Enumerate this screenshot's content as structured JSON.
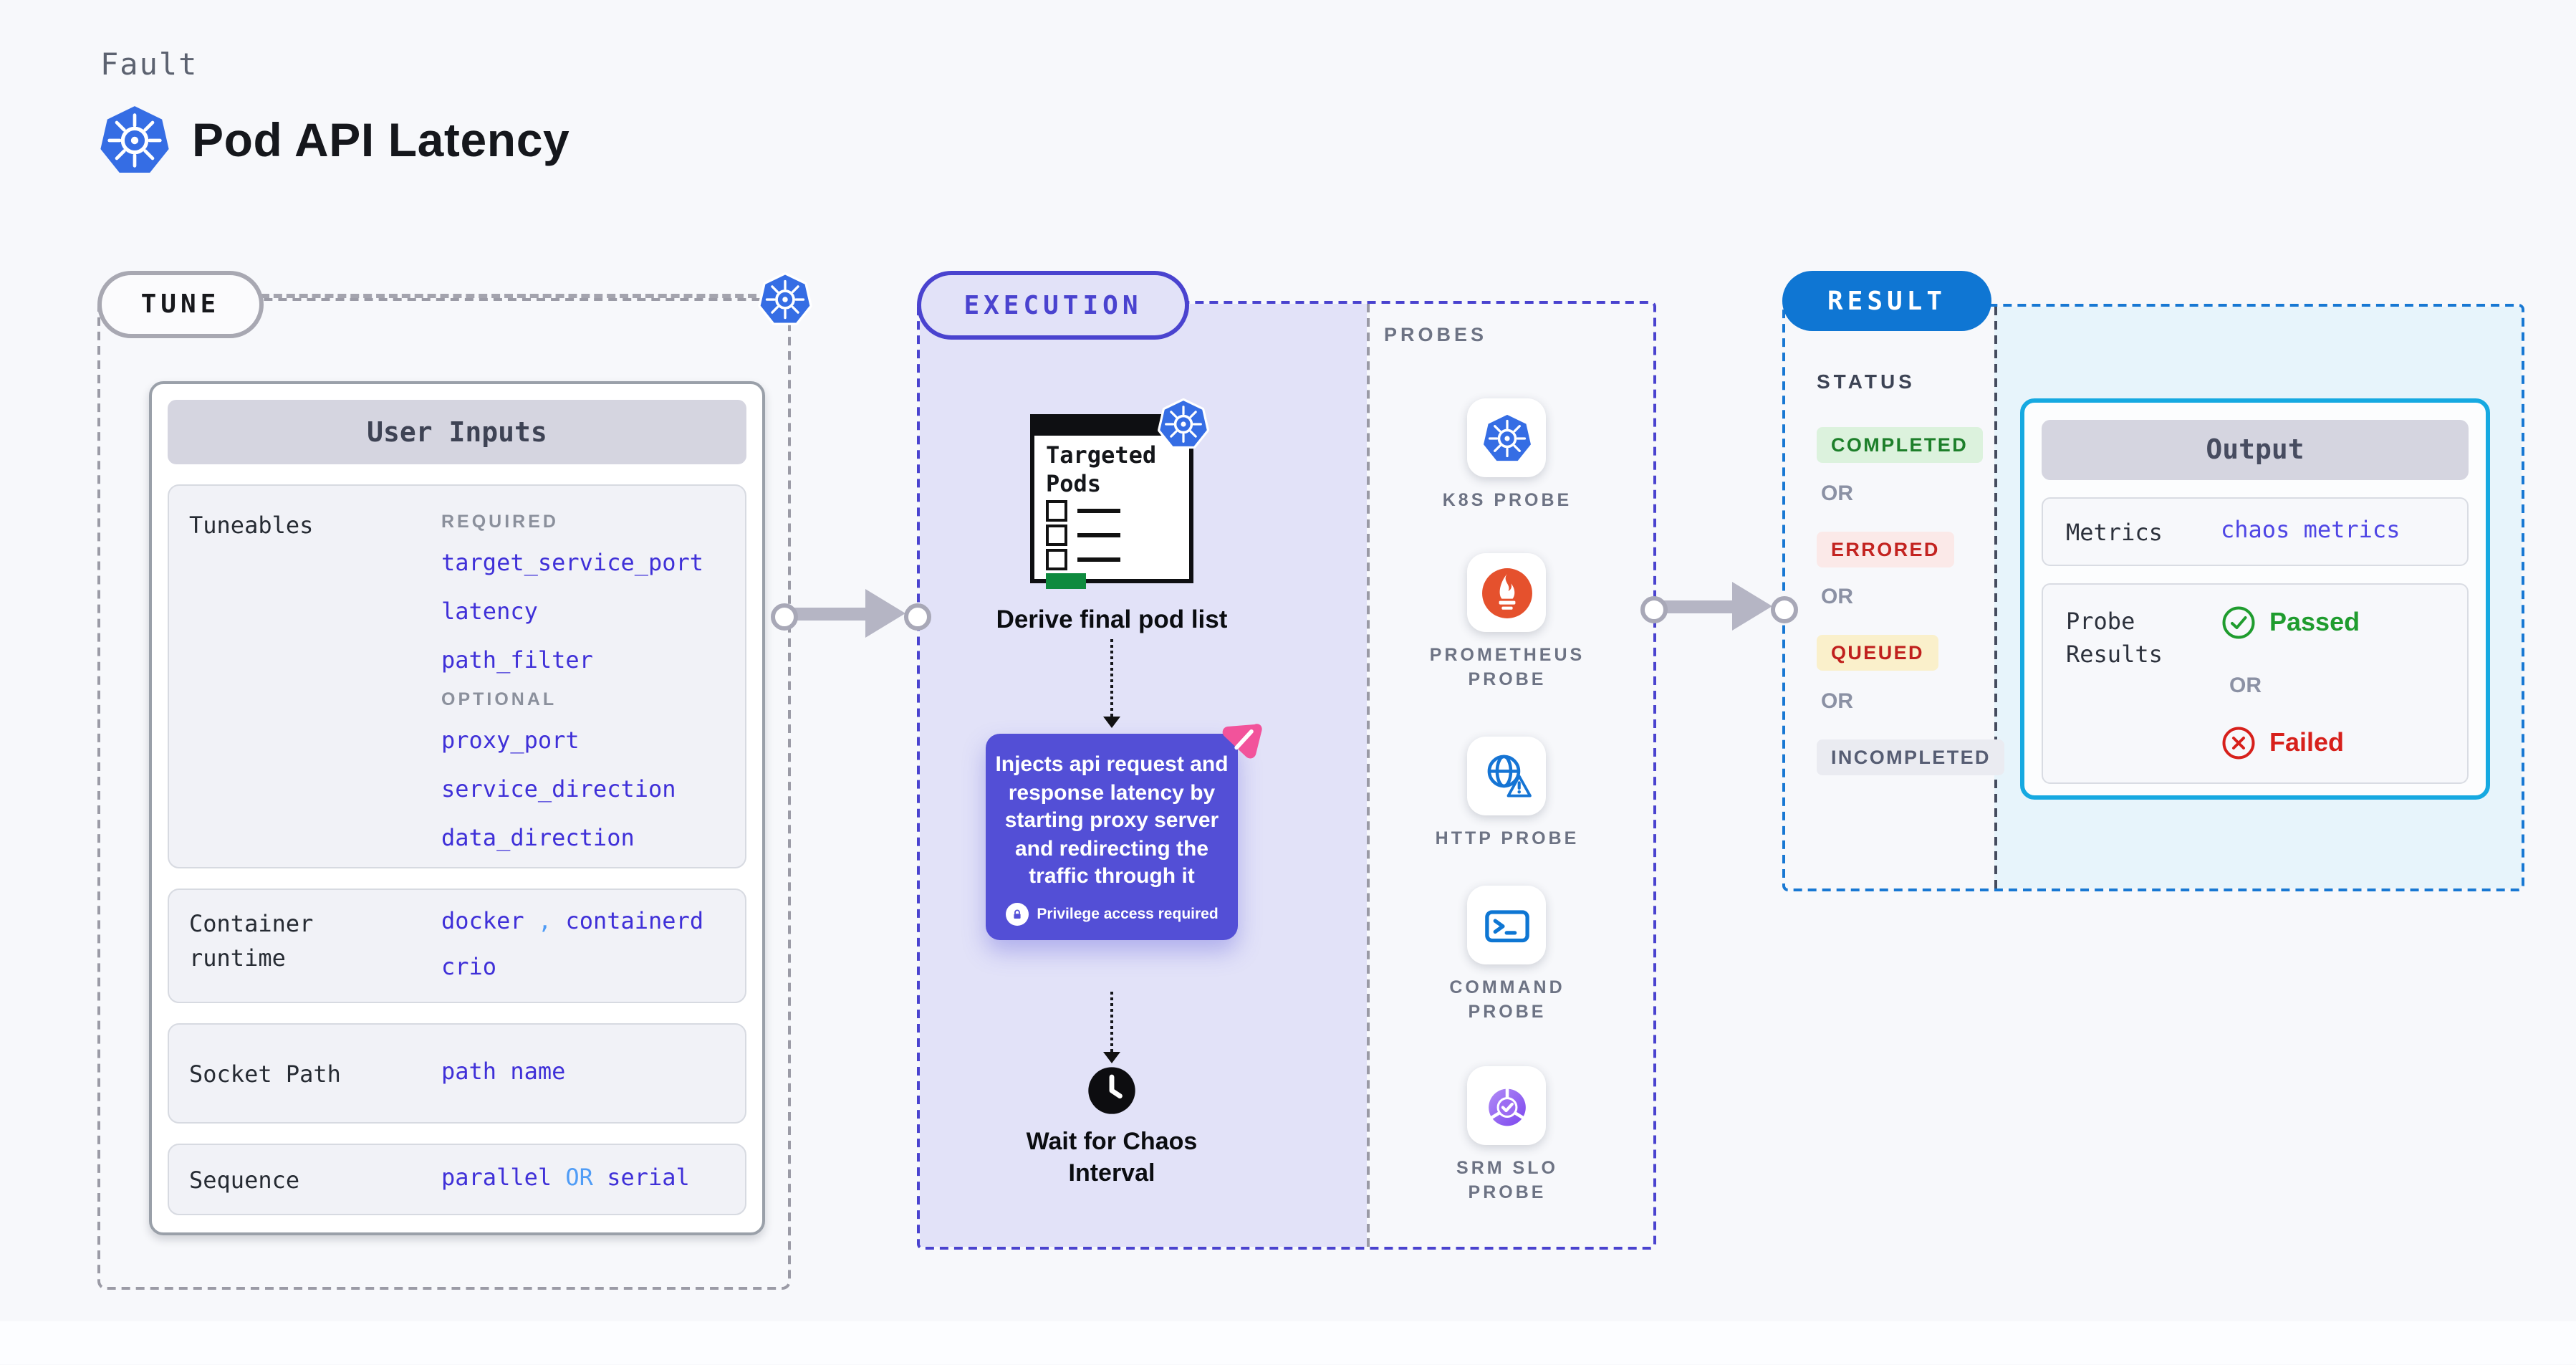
{
  "header": {
    "eyebrow": "Fault",
    "title": "Pod API Latency"
  },
  "colors": {
    "accent_indigo": "#4a43cf",
    "panel_lavender": "#e2e2f8",
    "tune_border_gray": "#9b9ba6",
    "inject_purple": "#534fd6",
    "result_blue": "#0f76d3",
    "result_border_blue": "#1878d3",
    "result_panel_blue": "#e7f4fb",
    "output_border_cyan": "#16a9e1",
    "value_indigo": "#3f30d8",
    "value_lightblue": "#4f9cf6",
    "arrow_gray": "#b5b5c4",
    "passed_green": "#1f9c2e",
    "failed_red": "#d7201b",
    "k8s_blue": "#356de4",
    "prometheus_orange": "#e5512d",
    "pods_green_bar": "#0e8a3e",
    "chaos_pink": "#f2539b"
  },
  "tune": {
    "label": "TUNE",
    "card_header": "User Inputs",
    "tuneables": {
      "label": "Tuneables",
      "required_heading": "REQUIRED",
      "required": [
        "target_service_port",
        "latency",
        "path_filter"
      ],
      "optional_heading": "OPTIONAL",
      "optional": [
        "proxy_port",
        "service_direction",
        "data_direction"
      ]
    },
    "container_runtime": {
      "label": "Container runtime",
      "value_1": "docker",
      "value_sep": ",",
      "value_2": "containerd",
      "value_3": "crio"
    },
    "socket_path": {
      "label": "Socket Path",
      "value": "path name"
    },
    "sequence": {
      "label": "Sequence",
      "value_1": "parallel",
      "value_or": "OR",
      "value_2": "serial"
    }
  },
  "execution": {
    "label": "EXECUTION",
    "pods_card_title": "Targeted Pods",
    "derive_label": "Derive final pod list",
    "inject_text": "Injects api request and response latency by starting proxy server and redirecting the traffic through it",
    "privilege_label": "Privilege access required",
    "wait_label": "Wait for Chaos Interval"
  },
  "probes": {
    "label": "PROBES",
    "items": [
      {
        "icon": "k8s-icon",
        "label": "K8S PROBE"
      },
      {
        "icon": "prometheus-icon",
        "label": "PROMETHEUS PROBE"
      },
      {
        "icon": "http-icon",
        "label": "HTTP PROBE"
      },
      {
        "icon": "command-icon",
        "label": "COMMAND PROBE"
      },
      {
        "icon": "srm-slo-icon",
        "label": "SRM SLO PROBE"
      }
    ]
  },
  "result": {
    "label": "RESULT",
    "status_heading": "STATUS",
    "or_label": "OR",
    "statuses": [
      {
        "label": "COMPLETED",
        "bg": "#dcf2dd",
        "color": "#1d7f2a"
      },
      {
        "label": "ERRORED",
        "bg": "#fbe9e8",
        "color": "#c32320"
      },
      {
        "label": "QUEUED",
        "bg": "#faf0cb",
        "color": "#c0201d"
      },
      {
        "label": "INCOMPLETED",
        "bg": "#eaebf1",
        "color": "#565d73"
      }
    ],
    "output": {
      "header": "Output",
      "metrics_label": "Metrics",
      "metrics_value": "chaos metrics",
      "probe_results_label": "Probe Results",
      "passed_label": "Passed",
      "or_label": "OR",
      "failed_label": "Failed"
    }
  }
}
